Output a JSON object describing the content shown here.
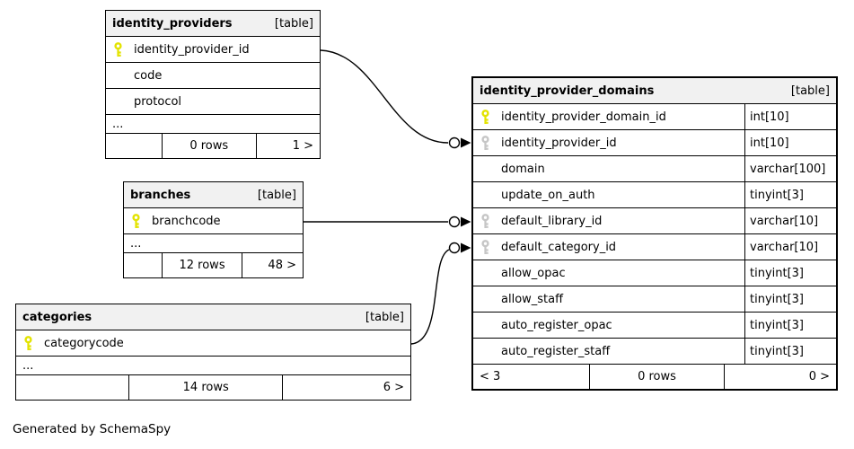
{
  "diagram": {
    "credit": "Generated by SchemaSpy"
  },
  "colors": {
    "header_bg": "#f1f1f1",
    "border": "#000000",
    "primary_key_icon": "#e3e300",
    "foreign_key_icon": "#c6c6c6"
  },
  "icons": {
    "primary_key": "key-icon",
    "foreign_key": "key-icon-gray",
    "relation_terminator": "circle-arrow"
  },
  "tables": [
    {
      "name": "identity_providers",
      "badge": "[table]",
      "columns": [
        {
          "name": "identity_provider_id",
          "key": "primary"
        },
        {
          "name": "code",
          "key": ""
        },
        {
          "name": "protocol",
          "key": ""
        }
      ],
      "collapsed": "...",
      "footer": {
        "parents": "",
        "rows": "0 rows",
        "children": "1 >"
      }
    },
    {
      "name": "branches",
      "badge": "[table]",
      "columns": [
        {
          "name": "branchcode",
          "key": "primary"
        }
      ],
      "collapsed": "...",
      "footer": {
        "parents": "",
        "rows": "12 rows",
        "children": "48 >"
      }
    },
    {
      "name": "categories",
      "badge": "[table]",
      "columns": [
        {
          "name": "categorycode",
          "key": "primary"
        }
      ],
      "collapsed": "...",
      "footer": {
        "parents": "",
        "rows": "14 rows",
        "children": "6 >"
      }
    },
    {
      "name": "identity_provider_domains",
      "badge": "[table]",
      "columns": [
        {
          "name": "identity_provider_domain_id",
          "type": "int[10]",
          "key": "primary"
        },
        {
          "name": "identity_provider_id",
          "type": "int[10]",
          "key": "foreign"
        },
        {
          "name": "domain",
          "type": "varchar[100]",
          "key": ""
        },
        {
          "name": "update_on_auth",
          "type": "tinyint[3]",
          "key": ""
        },
        {
          "name": "default_library_id",
          "type": "varchar[10]",
          "key": "foreign"
        },
        {
          "name": "default_category_id",
          "type": "varchar[10]",
          "key": "foreign"
        },
        {
          "name": "allow_opac",
          "type": "tinyint[3]",
          "key": ""
        },
        {
          "name": "allow_staff",
          "type": "tinyint[3]",
          "key": ""
        },
        {
          "name": "auto_register_opac",
          "type": "tinyint[3]",
          "key": ""
        },
        {
          "name": "auto_register_staff",
          "type": "tinyint[3]",
          "key": ""
        }
      ],
      "footer": {
        "parents": "< 3",
        "rows": "0 rows",
        "children": "0 >"
      }
    }
  ]
}
